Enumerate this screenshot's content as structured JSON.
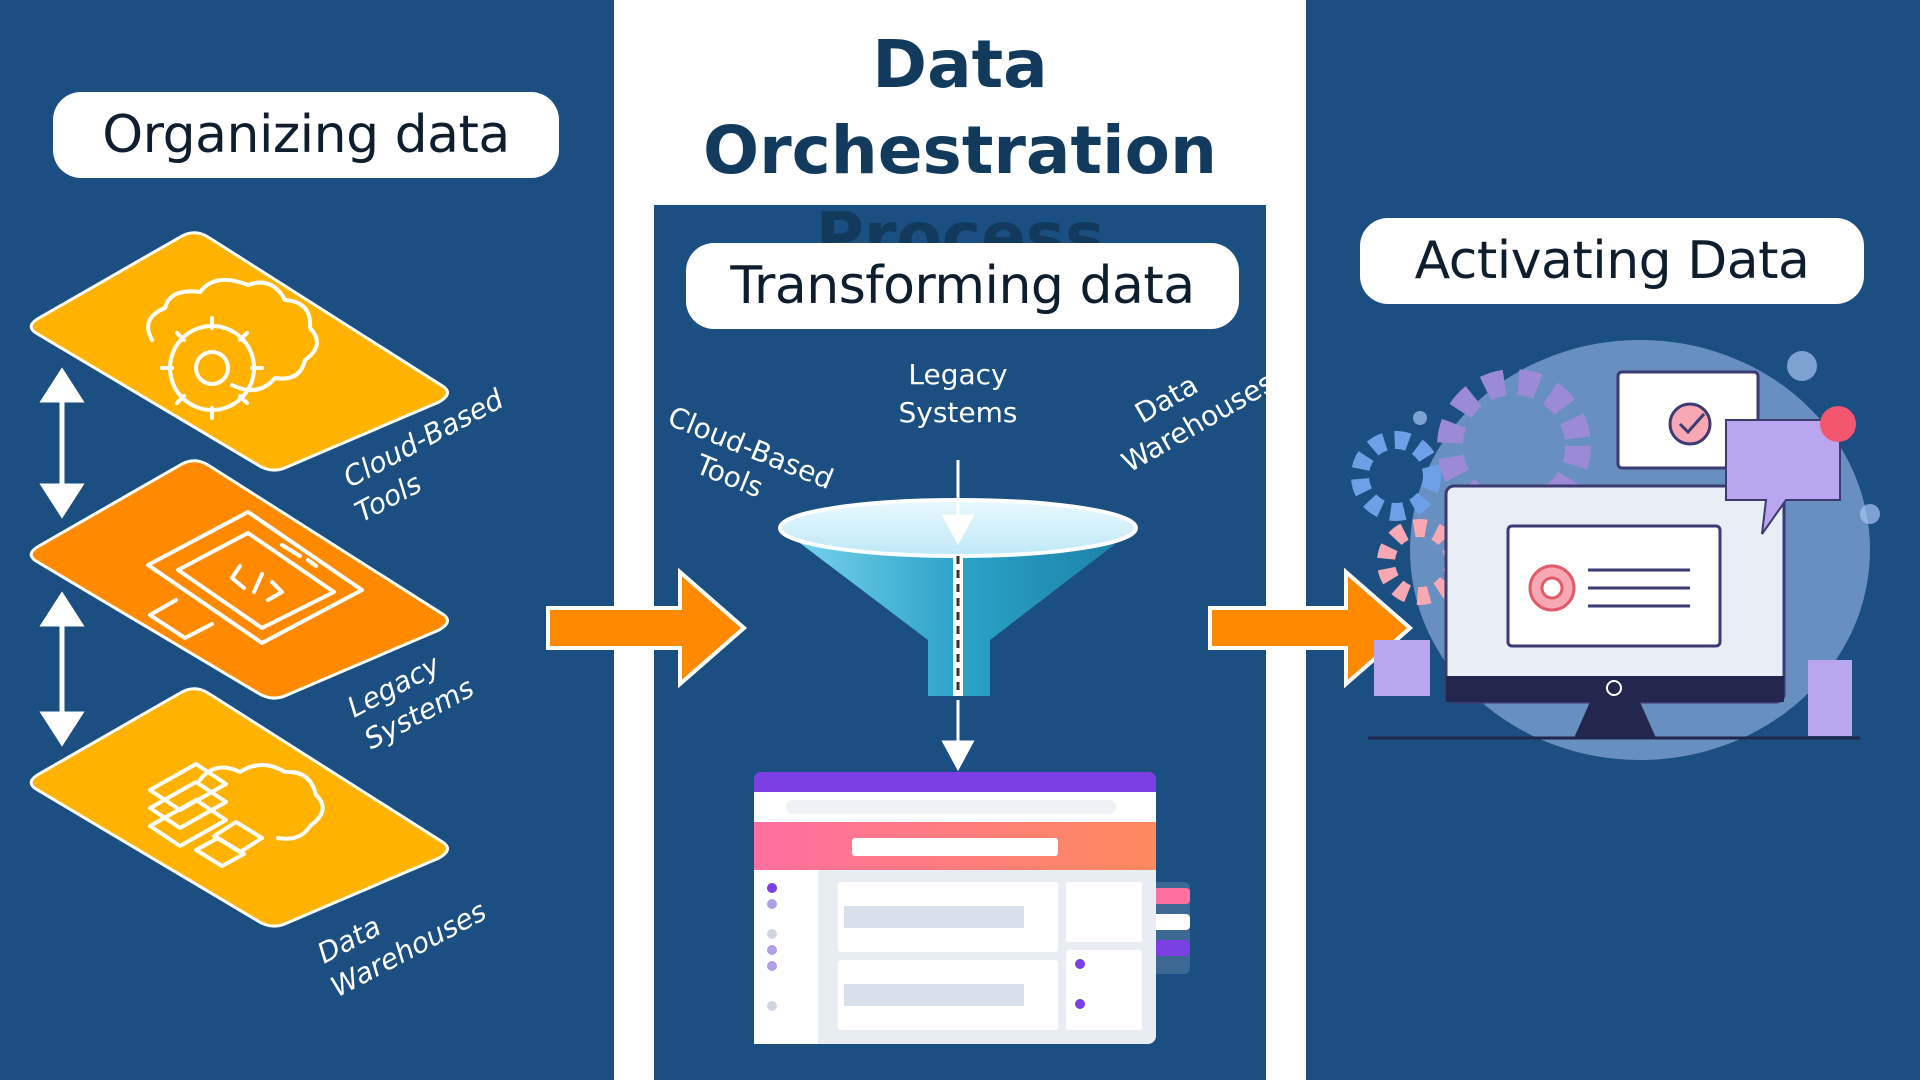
{
  "title": {
    "line1": "Data Orchestration",
    "line2": "Process"
  },
  "sections": {
    "organizing": {
      "label": "Organizing data"
    },
    "transforming": {
      "label": "Transforming data"
    },
    "activating": {
      "label": "Activating Data"
    }
  },
  "layers": [
    {
      "line1": "Cloud-Based",
      "line2": "Tools",
      "icon": "cloud-gear-icon",
      "color": "#ffb300"
    },
    {
      "line1": "Legacy",
      "line2": "Systems",
      "icon": "monitor-code-icon",
      "color": "#ff8a00"
    },
    {
      "line1": "Data",
      "line2": "Warehouses",
      "icon": "cloud-server-icon",
      "color": "#ffb300"
    }
  ],
  "funnel_inputs": {
    "left": {
      "line1": "Cloud-Based",
      "line2": "Tools"
    },
    "top": {
      "line1": "Legacy",
      "line2": "Systems"
    },
    "right": {
      "line1": "Data",
      "line2": "Warehouses"
    }
  },
  "colors": {
    "background": "#1b4f82",
    "arrow": "#ff8a00",
    "layer_yellow": "#ffb300",
    "layer_orange": "#ff8a00",
    "funnel": "#2ba3c8",
    "browser_header": "#7b3fe4",
    "browser_banner": "#ff6fa0"
  }
}
